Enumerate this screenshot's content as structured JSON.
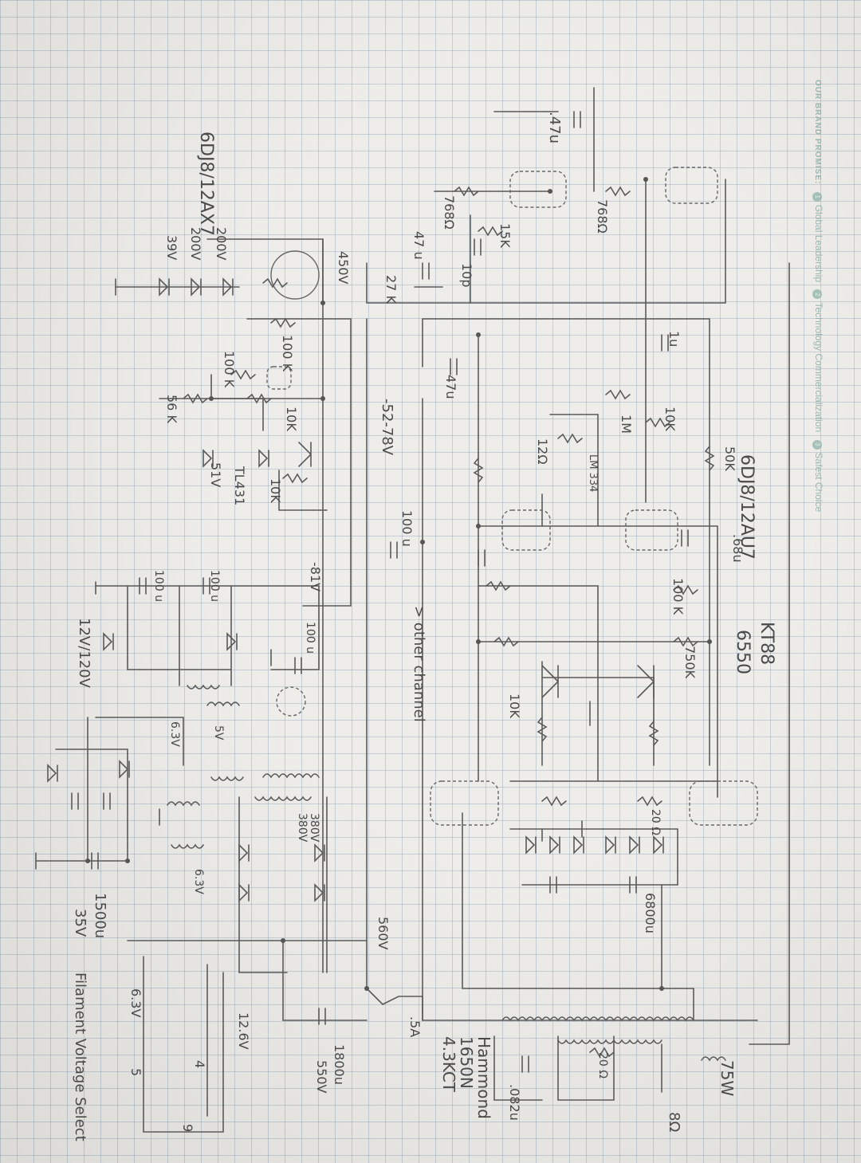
{
  "brand": {
    "lead": "OUR BRAND PROMISE:",
    "items": [
      "Global Leadership",
      "Technology Commercialization",
      "Safest Choice"
    ]
  },
  "labels": {
    "input_tube": "6DJ8/12AX7",
    "driver_tube": "6DJ8/12AU7",
    "output_tube_1": "KT88",
    "output_tube_2": "6550",
    "input_cap": ".47u",
    "r768_a": "768Ω",
    "r768_b": "768Ω",
    "r15k": "15K",
    "c10p": "10p",
    "c47u_a": "47 u",
    "r27k": "27 K",
    "v450": "450V",
    "c1u": "1u",
    "r1m": "1M",
    "r10k_a": "10K",
    "r50k": "50K",
    "r12": "12Ω",
    "lm334": "LM 334",
    "c68": ".68u",
    "r100k_a": "100 K",
    "r750k": "750K",
    "r10k_b": "10K",
    "c47u_b": "47u",
    "bias_range": "-52-78V",
    "c100u_a": "100 u",
    "other_channel": "> other channel",
    "r100k_b": "100 K",
    "r100k_c": "100 K",
    "r10k_c": "10K",
    "r10k_d": "10K",
    "tl431": "TL431",
    "r56k": "56 K",
    "z51v": "51V",
    "z200v_a": "200V",
    "z200v_b": "200V",
    "z39v": "39V",
    "v81": "-81V",
    "c100u_b": "100 u",
    "c100u_c": "100 u",
    "c100u_d": "100 u",
    "fil_v1": "12V/120V",
    "fil_63": "6.3V",
    "fil_5": "5V",
    "fil_63b": "6.3V",
    "v380_a": "380V",
    "v380_b": "380V",
    "r20_a": "20 Ω",
    "c6800": "6800u",
    "v560": "560V",
    "fuse": ".5A",
    "c1800": "1800u",
    "v550": "550V",
    "c1500": "1500u",
    "v35": "35V",
    "fil_select": "Filament Voltage Select",
    "fil_63c": "6.3V",
    "fil_126": "12.6V",
    "tap_4": "4",
    "tap_5": "5",
    "tap_9": "9",
    "xfmr_name": "Hammond",
    "xfmr_model": "1650N",
    "xfmr_ct": "4.3KCT",
    "r20_b": "20 Ω",
    "c082": ".082u",
    "out_8": "8Ω",
    "out_75": "75W"
  }
}
